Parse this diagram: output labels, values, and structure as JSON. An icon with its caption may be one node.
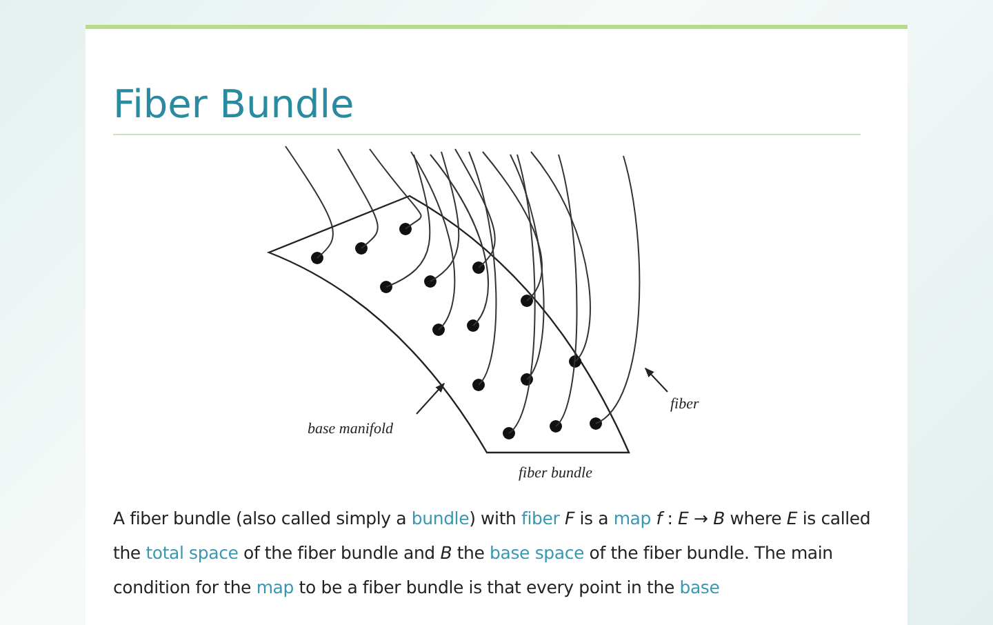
{
  "diagram": {
    "title": "Fiber Bundle",
    "nodes": [
      {
        "text": [
          "base manifold"
        ]
      },
      {
        "text": [
          "fiber"
        ]
      }
    ],
    "edges": [
      {
        "from": 0,
        "to": null,
        "arrow": "to"
      },
      {
        "from": 1,
        "to": null,
        "arrow": "to"
      }
    ],
    "labels": [
      "fiber bundle",
      "A fiber bundle (also called simply a",
      "bundle",
      ") with",
      "fiber",
      "*F* is a",
      "map",
      "*f* : *E* → *B* where *E* is called the",
      "total space",
      "of the fiber bundle and *B* the",
      "base space",
      "of the fiber bundle. The main condition for the",
      "map",
      "to be a fiber bundle is that every point in the",
      "base"
    ]
  }
}
